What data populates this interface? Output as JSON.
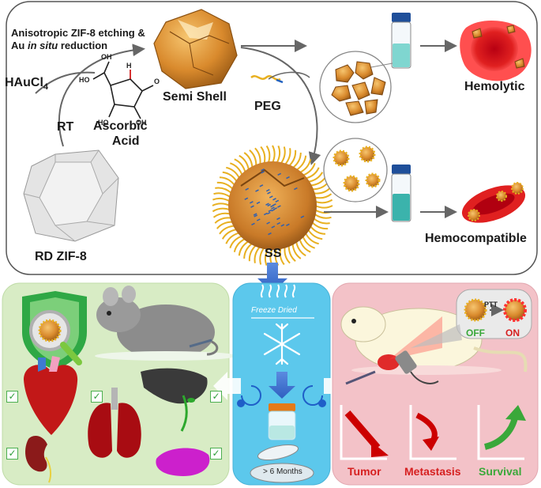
{
  "top_panel": {
    "etching_line1": "Anisotropic ZIF-8 etching &",
    "etching_line2_prefix": "Au ",
    "etching_line2_italic": "in situ",
    "etching_line2_suffix": " reduction",
    "haucl4_main": "HAuCl",
    "haucl4_sub": "4",
    "rt_label": "RT",
    "ascorbic_line1": "Ascorbic",
    "ascorbic_line2": "Acid",
    "semi_shell_label": "Semi Shell",
    "peg_label": "PEG",
    "rd_zif8_label": "RD ZIF-8",
    "hemolytic_label": "Hemolytic",
    "hemocompatible_label": "Hemocompatible",
    "ss_label": "SS"
  },
  "molecule_labels": {
    "h": "H",
    "oh": "OH",
    "ho": "HO",
    "o": "O"
  },
  "middle_panel": {
    "freeze_dried": "Freeze Dried",
    "storage": "> 6 Months"
  },
  "right_panel": {
    "ptt": "PTT",
    "off": "OFF",
    "on": "ON",
    "tumor": "Tumor",
    "metastasis": "Metastasis",
    "survival": "Survival"
  },
  "left_panel": {
    "check_mark": "✓"
  },
  "colors": {
    "green_panel": "#d8ecc5",
    "blue_panel": "#5cc8ec",
    "red_panel": "#f3c2c8",
    "gold": "#d7892f",
    "flow_blue": "#3f6fcf",
    "red_text": "#d62020",
    "green_text": "#3aa83a"
  }
}
